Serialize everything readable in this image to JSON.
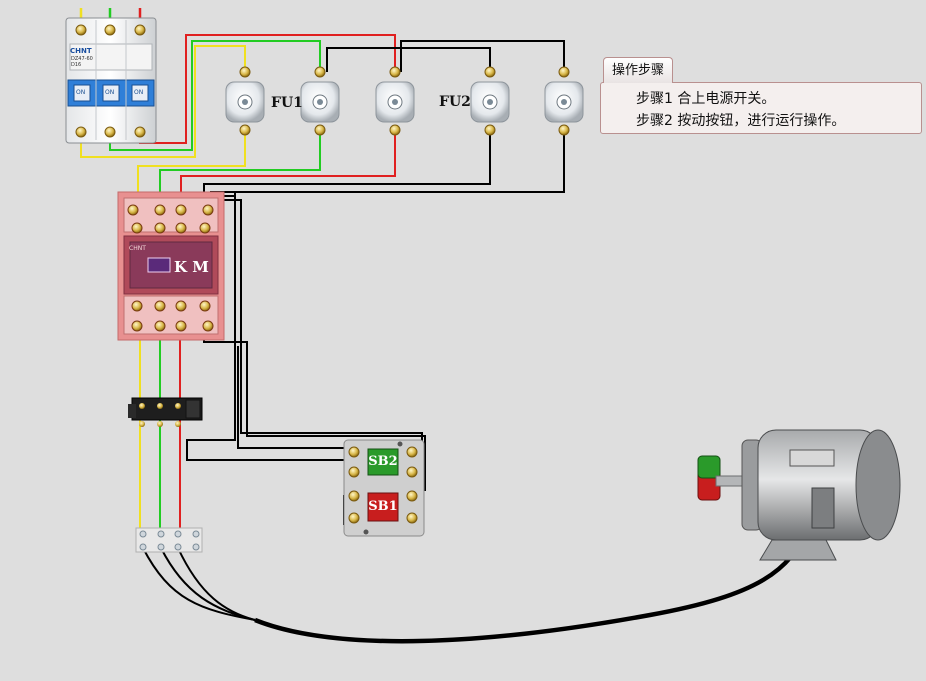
{
  "labels": {
    "fuse_group_1": "FU1",
    "fuse_group_2": "FU2",
    "contactor": "K M",
    "start_button": "SB2",
    "stop_button": "SB1"
  },
  "steps_panel": {
    "title": "操作步骤",
    "steps": [
      "步骤1  合上电源开关。",
      "步骤2  按动按钮，进行运行操作。"
    ]
  },
  "breaker_text": {
    "brand": "CHNT",
    "model": "DZ47-60",
    "rating": "D16",
    "poles": [
      "ON",
      "ON",
      "ON"
    ]
  },
  "contactor_text": {
    "brand": "CHNT"
  },
  "colors": {
    "phase_yellow": "#f0e020",
    "phase_green": "#22cc22",
    "phase_red": "#e02020",
    "control_wire": "#000000",
    "start_button": "#2a9a2a",
    "stop_button": "#c81e1e",
    "contactor_body": "#e89090"
  }
}
